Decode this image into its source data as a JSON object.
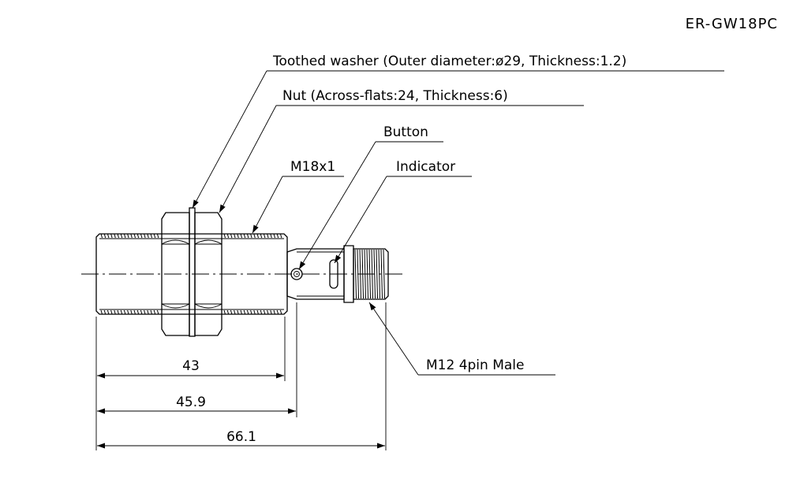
{
  "title": "ER-GW18PC",
  "callouts": {
    "washer": "Toothed washer (Outer diameter:ø29, Thickness:1.2)",
    "nut": "Nut (Across-flats:24, Thickness:6)",
    "button": "Button",
    "thread": "M18x1",
    "indicator": "Indicator",
    "connector": "M12 4pin Male"
  },
  "dimensions": {
    "d1": "43",
    "d2": "45.9",
    "d3": "66.1"
  }
}
